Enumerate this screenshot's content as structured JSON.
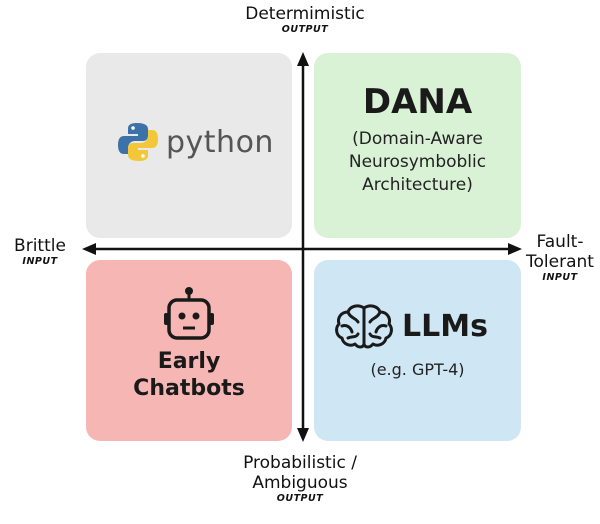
{
  "axes": {
    "top": {
      "label": "Determimistic",
      "sub": "OUTPUT"
    },
    "bottom": {
      "label_line1": "Probabilistic /",
      "label_line2": "Ambiguous",
      "sub": "OUTPUT"
    },
    "left": {
      "label": "Brittle",
      "sub": "INPUT"
    },
    "right": {
      "label_line1": "Fault-",
      "label_line2": "Tolerant",
      "sub": "INPUT"
    }
  },
  "quadrants": {
    "top_left": {
      "logo_text": "python",
      "color": "#e9e9e9",
      "icon": "python-logo-icon"
    },
    "top_right": {
      "title": "DANA",
      "sub_line1": "(Domain-Aware",
      "sub_line2": "Neurosymboblic",
      "sub_line3": "Architecture)",
      "color": "#d9f2d6"
    },
    "bottom_left": {
      "title_line1": "Early",
      "title_line2": "Chatbots",
      "color": "#f6b6b4",
      "icon": "robot-icon"
    },
    "bottom_right": {
      "title": "LLMs",
      "sub": "(e.g. GPT-4)",
      "color": "#cfe6f4",
      "icon": "brain-icon"
    }
  },
  "colors": {
    "python_blue": "#3b73a8",
    "python_yellow": "#f2c83a",
    "axis": "#111111"
  }
}
